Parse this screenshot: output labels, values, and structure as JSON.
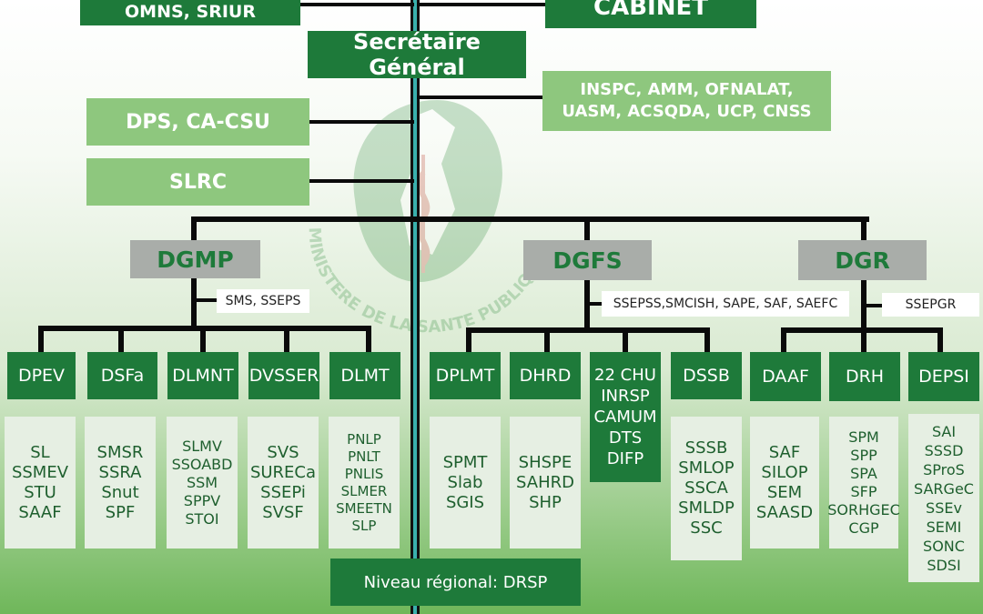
{
  "top": {
    "omns_label": "OMNS, SRIUR",
    "cabinet_label": "CABINET"
  },
  "secretary": {
    "label": "Secrétaire Général"
  },
  "attached_right": {
    "label": "INSPC, AMM, OFNALAT,\nUASM, ACSQDA, UCP, CNSS"
  },
  "attached_left": [
    {
      "label": "DPS, CA-CSU"
    },
    {
      "label": "SLRC"
    }
  ],
  "watermark": {
    "text": "MINISTERE DE LA SANTE PUBLIQUE"
  },
  "directorates_general": [
    {
      "label": "DGMP",
      "services": "SMS, SSEPS",
      "directorates": [
        {
          "label": "DPEV",
          "units": "SL\nSSMEV\nSTU\nSAAF"
        },
        {
          "label": "DSFa",
          "units": "SMSR\nSSRA\nSnut\nSPF"
        },
        {
          "label": "DLMNT",
          "units": "SLMV\nSSOABD\nSSM\nSPPV\nSTOI"
        },
        {
          "label": "DVSSER",
          "units": "SVS\nSURECa\nSSEPi\nSVSF"
        },
        {
          "label": "DLMT",
          "units": "PNLP\nPNLT\nPNLIS\nSLMER\nSMEETN\nSLP"
        }
      ]
    },
    {
      "label": "DGFS",
      "services": "SSEPSS,SMCISH, SAPE, SAF, SAEFC",
      "directorates": [
        {
          "label": "DPLMT",
          "units": "SPMT\nSlab\nSGIS"
        },
        {
          "label": "DHRD",
          "units": "SHSPE\nSAHRD\nSHP"
        },
        {
          "label": "22 CHU\nINRSP\nCAMUM\nDTS\nDIFP",
          "units": ""
        },
        {
          "label": "DSSB",
          "units": "SSSB\nSMLOP\nSSCA\nSMLDP\nSSC"
        }
      ]
    },
    {
      "label": "DGR",
      "services": "SSEPGR",
      "directorates": [
        {
          "label": "DAAF",
          "units": "SAF\nSILOP\nSEM\nSAASD"
        },
        {
          "label": "DRH",
          "units": "SPM\nSPP\nSPA\nSFP\nSORHGEC\nCGP"
        },
        {
          "label": "DEPSI",
          "units": "SAI\nSSSD\nSProS\nSARGeC\nSSEv\nSEMI\nSONC\nSDSI"
        }
      ]
    }
  ],
  "regional": {
    "label": "Niveau régional: DRSP"
  }
}
